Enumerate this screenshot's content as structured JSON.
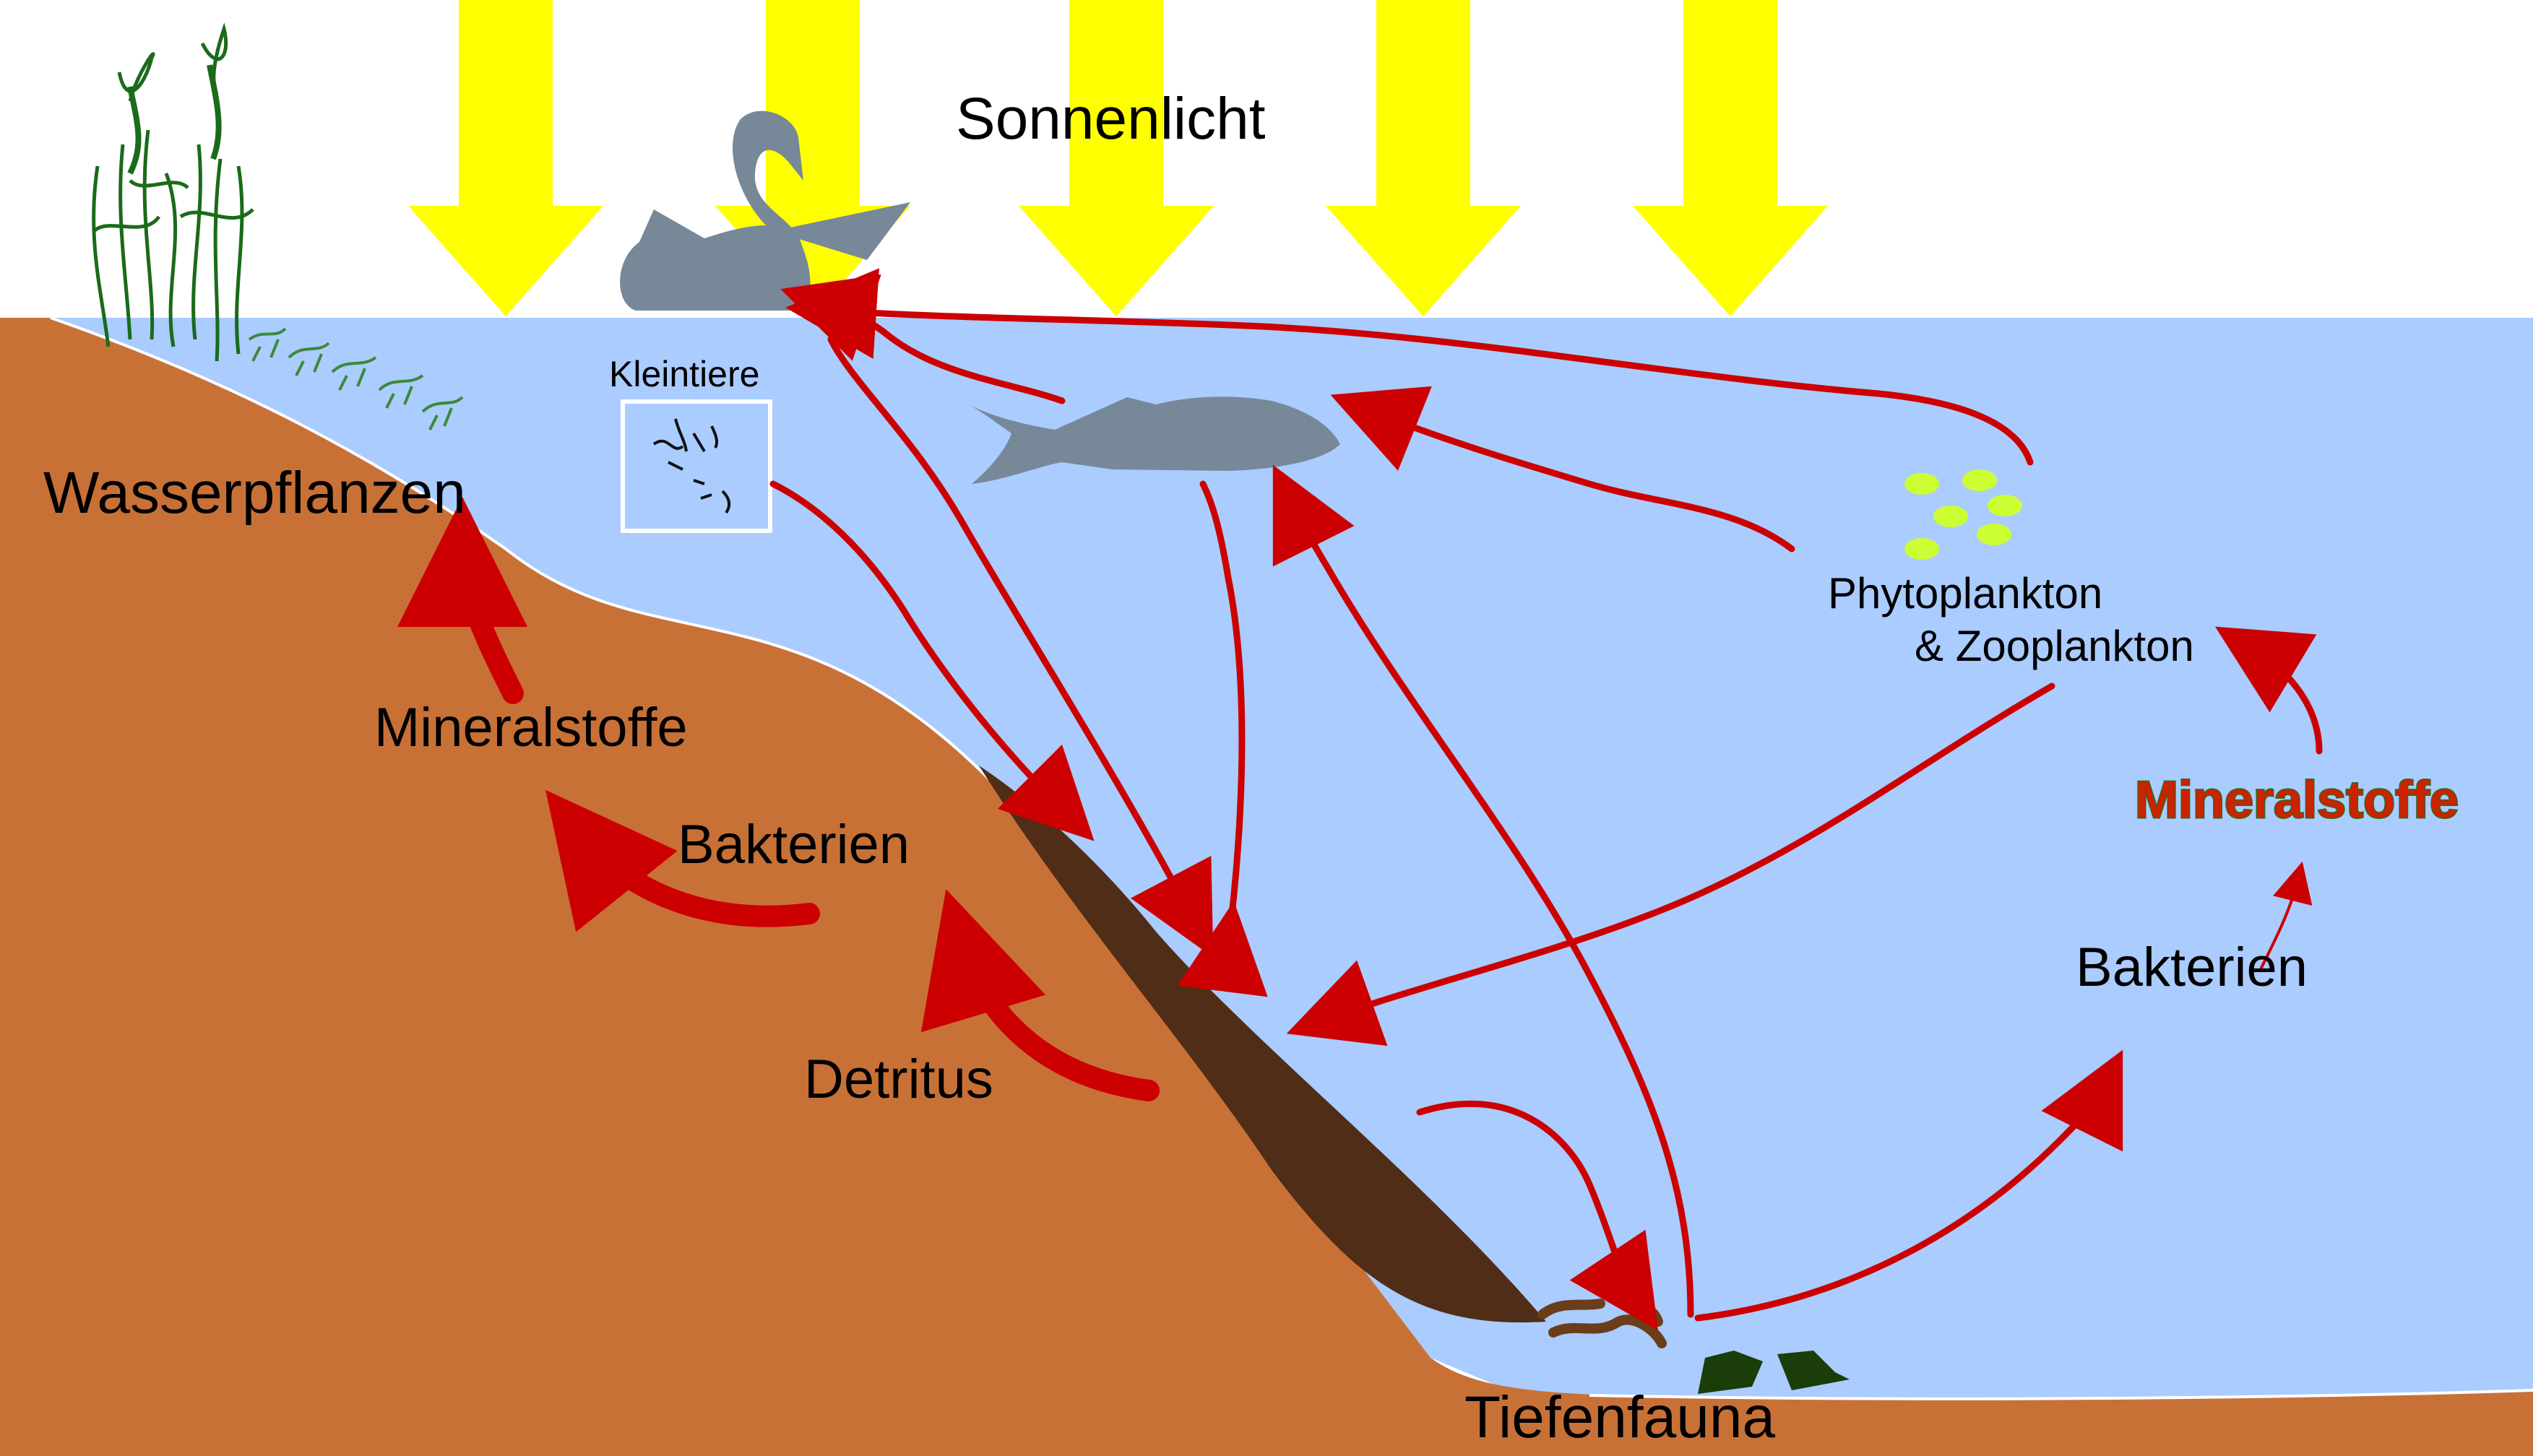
{
  "labels": {
    "sunlight": "Sonnenlicht",
    "small_animals": "Kleintiere",
    "aquatic_plants": "Wasserpflanzen",
    "minerals_left": "Mineralstoffe",
    "bacteria_left": "Bakterien",
    "detritus": "Detritus",
    "plankton_line1": "Phytoplankton",
    "plankton_line2": "& Zooplankton",
    "minerals_right": "Mineralstoffe",
    "bacteria_right": "Bakterien",
    "benthic_fauna": "Tiefenfauna"
  },
  "colors": {
    "sun": "#ffff00",
    "water": "#aaccff",
    "soil": "#c87137",
    "detritus": "#502d16",
    "arrow": "#cc0000",
    "animal": "#778899",
    "plankton": "#ccff33",
    "plant": "#1a6b1a",
    "label_red": "#cc2200"
  },
  "icons": [
    "sun-arrow-icon",
    "swan-icon",
    "fish-icon",
    "reed-icon",
    "plankton-cell-icon",
    "worm-icon",
    "stone-icon"
  ]
}
